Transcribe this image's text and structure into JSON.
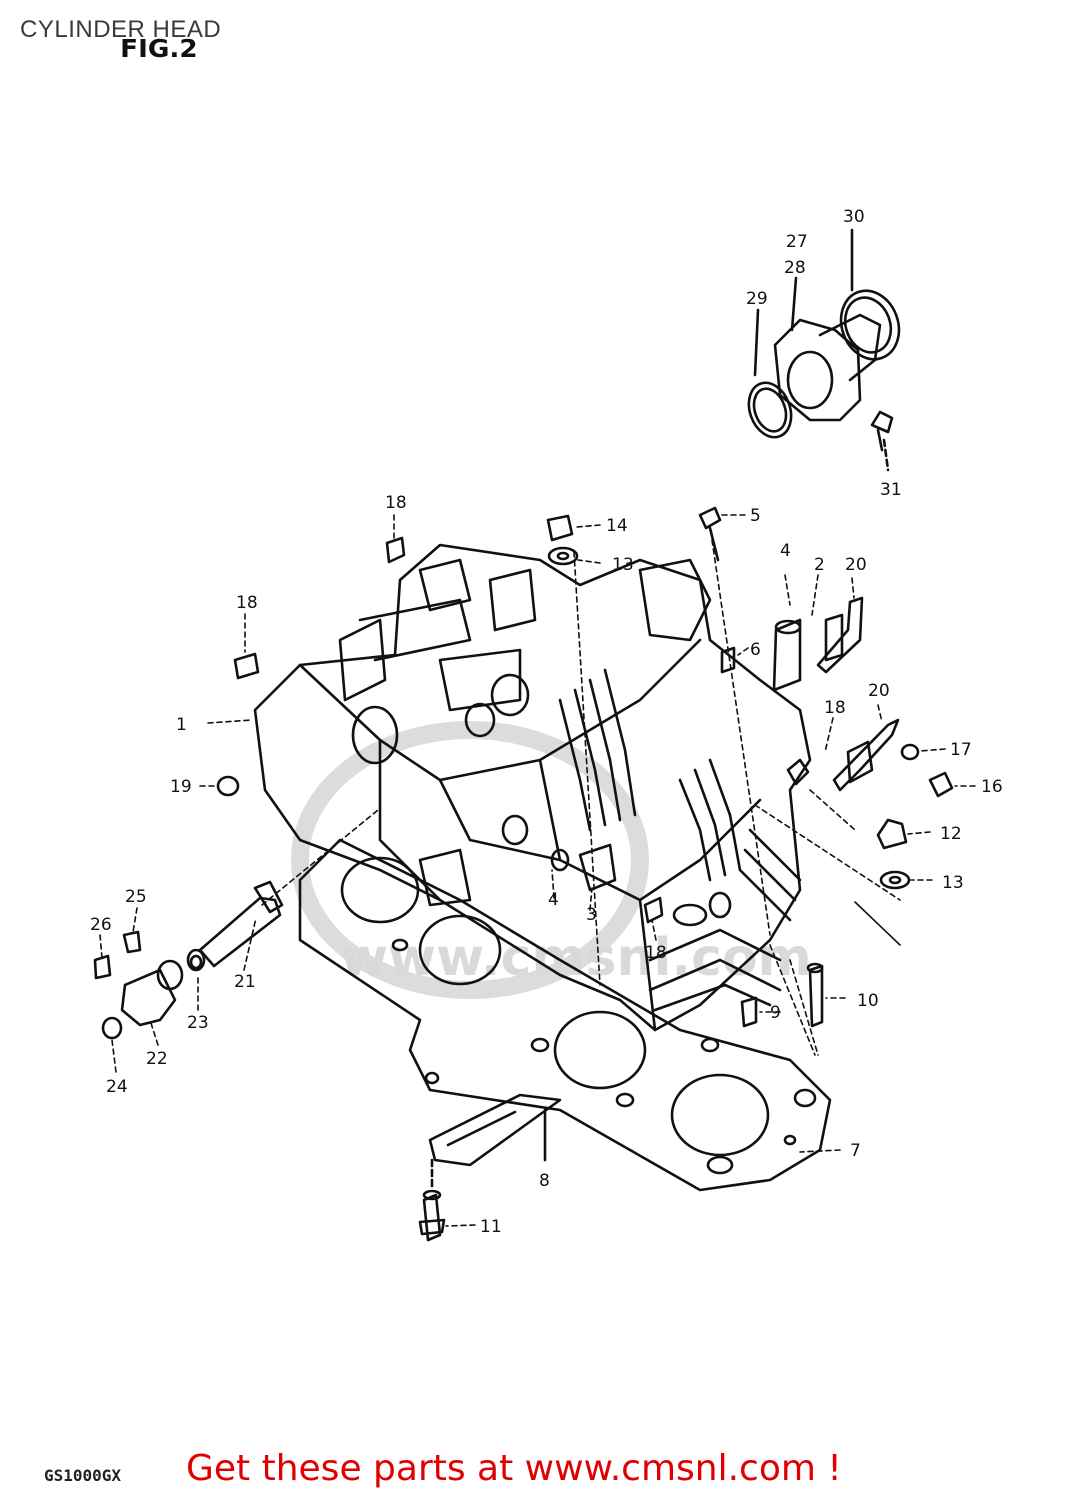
{
  "header": {
    "title": "CYLINDER HEAD",
    "figure_label": "FIG.2"
  },
  "diagram": {
    "watermark": "www.cmsnl.com",
    "callouts": {
      "c1": "1",
      "c2": "2",
      "c3": "3",
      "c4a": "4",
      "c4b": "4",
      "c5": "5",
      "c6": "6",
      "c7": "7",
      "c8": "8",
      "c9": "9",
      "c10": "10",
      "c11": "11",
      "c12": "12",
      "c13a": "13",
      "c13b": "13",
      "c14": "14",
      "c16": "16",
      "c17": "17",
      "c18a": "18",
      "c18b": "18",
      "c18c": "18",
      "c18d": "18",
      "c19": "19",
      "c20a": "20",
      "c20b": "20",
      "c21": "21",
      "c22": "22",
      "c23": "23",
      "c24": "24",
      "c25": "25",
      "c26": "26",
      "c27": "27",
      "c28": "28",
      "c29": "29",
      "c30": "30",
      "c31": "31"
    }
  },
  "footer": {
    "model_code": "GS1000GX",
    "promo_text": "Get these parts at www.cmsnl.com !"
  }
}
